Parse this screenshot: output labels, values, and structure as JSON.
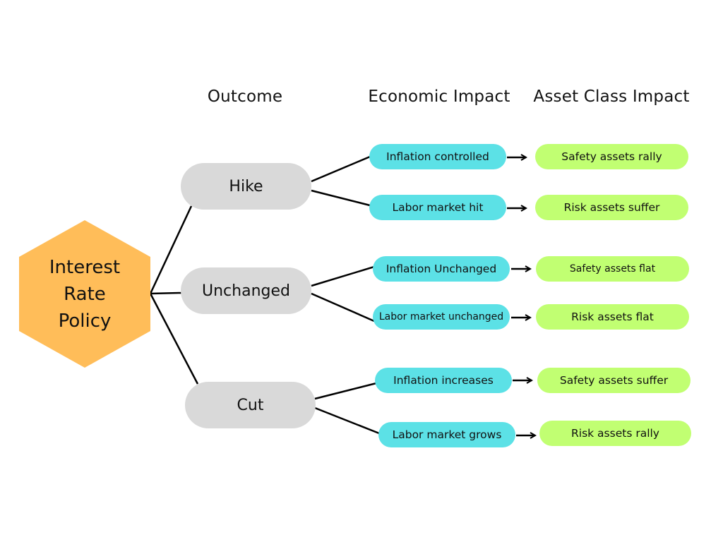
{
  "headers": {
    "outcome": "Outcome",
    "economic": "Economic Impact",
    "asset": "Asset Class Impact"
  },
  "root": {
    "lines": [
      "Interest",
      "Rate",
      "Policy"
    ]
  },
  "outcomes": [
    "Hike",
    "Unchanged",
    "Cut"
  ],
  "economic_impacts": [
    "Inflation controlled",
    "Labor market hit",
    "Inflation Unchanged",
    "Labor market unchanged",
    "Inflation increases",
    "Labor market grows"
  ],
  "asset_impacts": [
    "Safety assets rally",
    "Risk assets suffer",
    "Safety assets flat",
    "Risk assets flat",
    "Safety assets suffer",
    "Risk assets rally"
  ],
  "colors": {
    "root": "#ffbd59",
    "outcome": "#d9d9d9",
    "economic": "#5ce1e6",
    "asset": "#c1ff72"
  }
}
